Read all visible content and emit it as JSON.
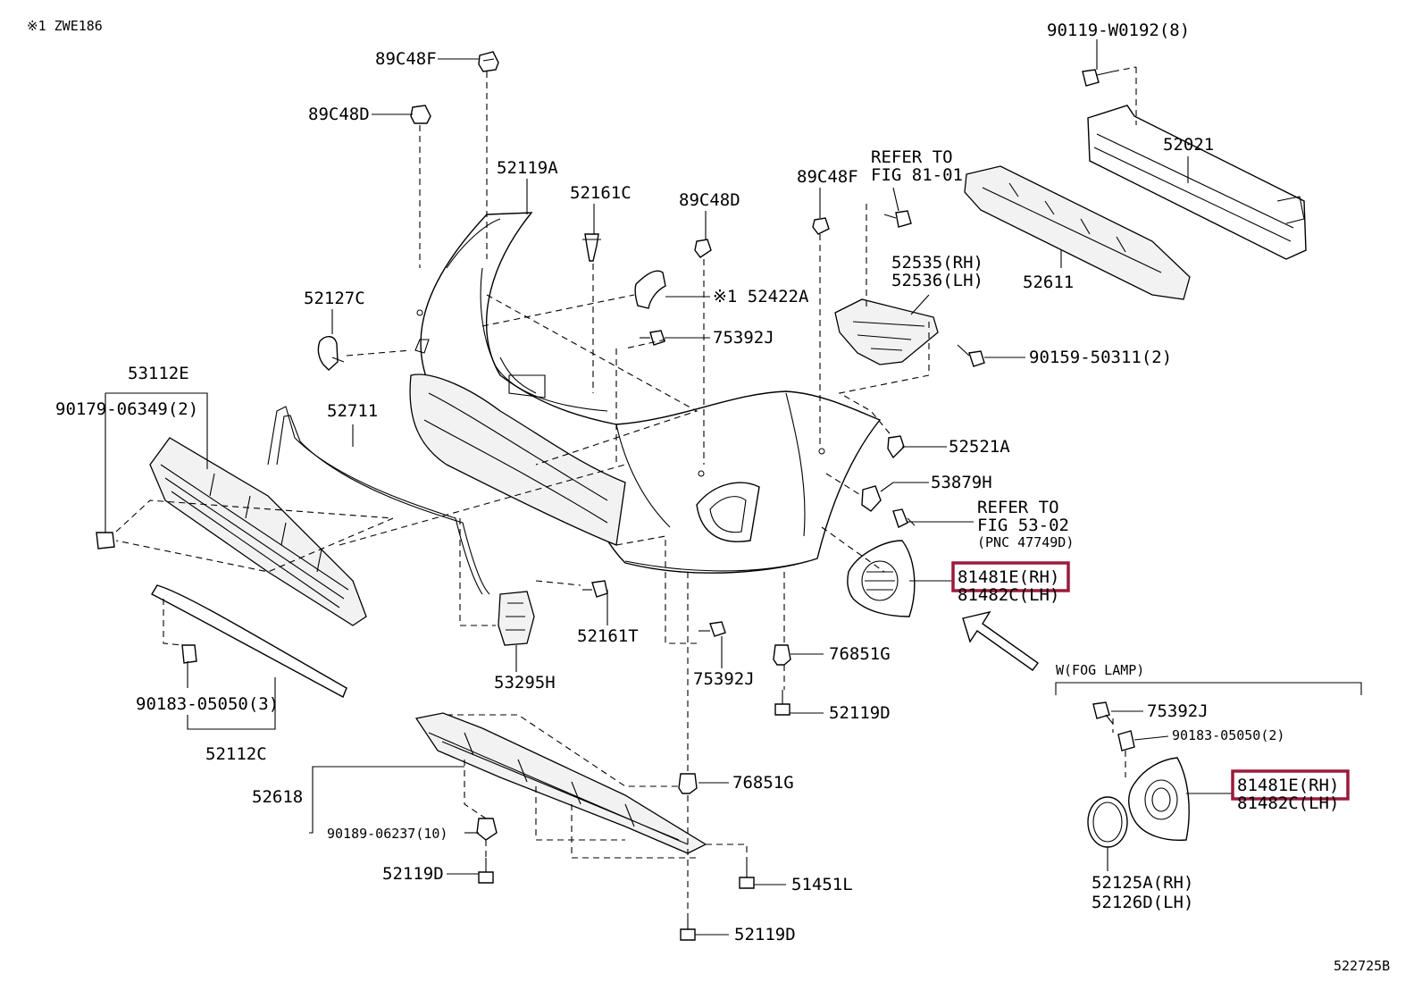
{
  "diagram": {
    "note": "※1 ZWE186",
    "figure_id": "522725B",
    "inset_title": "W(FOG LAMP)",
    "labels": {
      "c89c48f_top": "89C48F",
      "c89c48d_left": "89C48D",
      "c52119a": "52119A",
      "c52161c": "52161C",
      "c89c48d_mid": "89C48D",
      "c89c48f_right": "89C48F",
      "refer81_a": "REFER TO",
      "refer81_b": "FIG 81-01",
      "c90119": "90119-W0192(8)",
      "c52021": "52021",
      "c52611": "52611",
      "c52535": "52535(RH)",
      "c52536": "52536(LH)",
      "c90159": "90159-50311(2)",
      "c52127c": "52127C",
      "c52422a": "※1 52422A",
      "c75392j_top": "75392J",
      "c53112e": "53112E",
      "c90179": "90179-06349(2)",
      "c52711": "52711",
      "c52521a": "52521A",
      "c53879h": "53879H",
      "refer53_a": "REFER TO",
      "refer53_b": "FIG 53-02",
      "refer53_c": "(PNC 47749D)",
      "c81481e_main": "81481E(RH)",
      "c81482c_main": "81482C(LH)",
      "c52161t": "52161T",
      "c53295h": "53295H",
      "c75392j_low": "75392J",
      "c76851g_top": "76851G",
      "c52119d_mid": "52119D",
      "c90183_left": "90183-05050(3)",
      "c52112c": "52112C",
      "c52618": "52618",
      "c90189": "90189-06237(10)",
      "c76851g_low": "76851G",
      "c52119d_left": "52119D",
      "c51451l": "51451L",
      "c52119d_bottom": "52119D",
      "c75392j_inset": "75392J",
      "c90183_inset": "90183-05050(2)",
      "c81481e_inset": "81481E(RH)",
      "c81482c_inset": "81482C(LH)",
      "c52125a": "52125A(RH)",
      "c52126d": "52126D(LH)"
    },
    "colors": {
      "highlight": "#9a1b3c",
      "ink": "#000000"
    }
  }
}
